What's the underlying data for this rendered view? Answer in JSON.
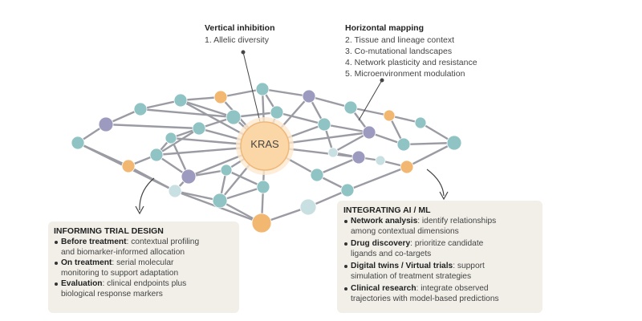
{
  "vertical": {
    "title": "Vertical inhibition",
    "items": [
      "1. Allelic diversity"
    ]
  },
  "horizontal": {
    "title": "Horizontal mapping",
    "items": [
      "2. Tissue and lineage context",
      "3. Co-mutational landscapes",
      "4. Network plasticity and resistance",
      "5. Microenvironment modulation"
    ]
  },
  "center": {
    "label": "KRAS"
  },
  "trial": {
    "title": "INFORMING TRIAL DESIGN",
    "items": [
      {
        "lead": "Before treatment",
        "rest": ": contextual profiling",
        "cont": "and biomarker-informed allocation"
      },
      {
        "lead": "On treatment",
        "rest": ": serial molecular",
        "cont": "monitoring to support adaptation"
      },
      {
        "lead": "Evaluation",
        "rest": ": clinical endpoints plus",
        "cont": "biological response markers"
      }
    ]
  },
  "ai": {
    "title": "INTEGRATING AI / ML",
    "items": [
      {
        "lead": "Network analysis",
        "rest": ": identify relationships",
        "cont": "among contextual dimensions"
      },
      {
        "lead": "Drug discovery",
        "rest": ": prioritize candidate",
        "cont": "ligands and co-targets"
      },
      {
        "lead": "Digital twins / Virtual trials",
        "rest": ": support",
        "cont": "simulation of treatment strategies"
      },
      {
        "lead": "Clinical research",
        "rest": ": integrate observed",
        "cont": "trajectories with model-based predictions"
      }
    ]
  },
  "colors": {
    "teal": "#8fc3c4",
    "purple": "#9c9bbf",
    "orange": "#f2b872",
    "light": "#c9e0e3",
    "kras": "#fbd7a8",
    "edge": "#9b9ba4",
    "panel": "#f1efe8"
  }
}
